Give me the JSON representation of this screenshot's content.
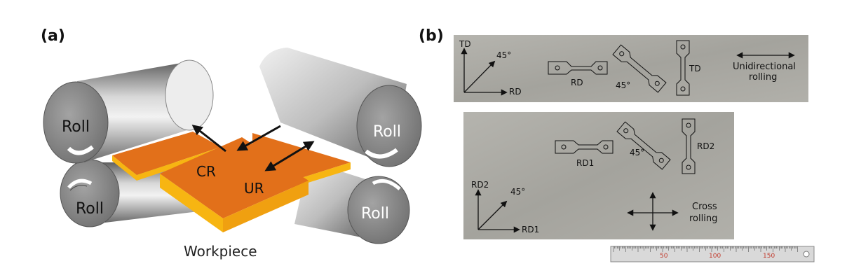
{
  "panel_a": {
    "label": "(a)",
    "roll_label": "Roll",
    "cr_label": "CR",
    "ur_label": "UR",
    "workpiece_label": "Workpiece"
  },
  "panel_b": {
    "label": "(b)",
    "top_plate": {
      "axis_y": "TD",
      "axis_x": "RD",
      "diag": "45°",
      "specimen_rd": "RD",
      "specimen_45": "45°",
      "specimen_td": "TD",
      "legend_line1": "Unidirectional",
      "legend_line2": "rolling"
    },
    "bottom_plate": {
      "axis_y": "RD2",
      "axis_x": "RD1",
      "diag": "45°",
      "specimen_rd1": "RD1",
      "specimen_45": "45°",
      "specimen_rd2": "RD2",
      "legend_line1": "Cross",
      "legend_line2": "rolling"
    },
    "ruler": {
      "numbers": [
        "50",
        "100",
        "150"
      ]
    }
  },
  "colors": {
    "orange_top": "#e2701a",
    "orange_side": "#f7b512",
    "roll_dark": "#7d7d7d",
    "roll_light": "#e6e6e6",
    "plate": "#a8a7a2"
  }
}
